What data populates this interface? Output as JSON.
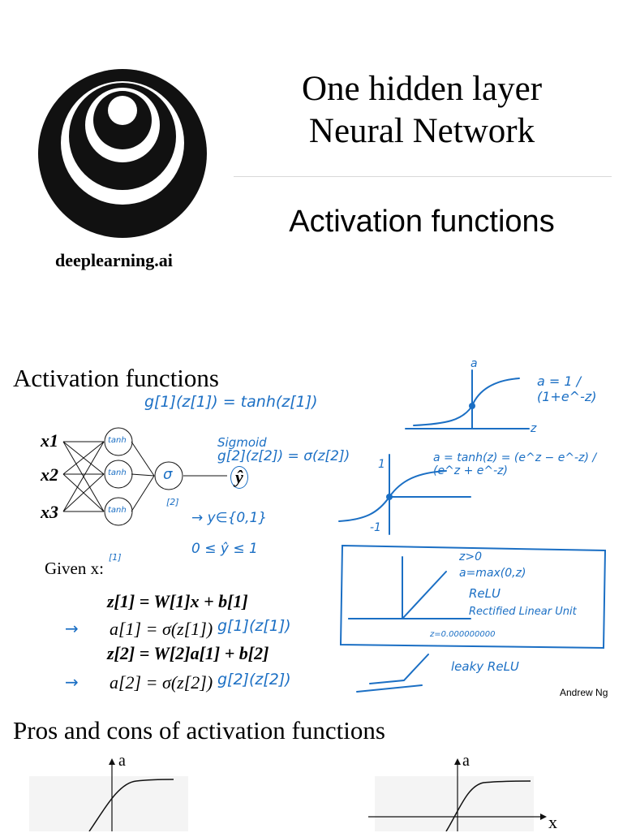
{
  "slide1": {
    "logo_text": "deeplearning.ai",
    "title_line1": "One hidden layer",
    "title_line2": "Neural Network",
    "subtitle": "Activation functions"
  },
  "slide2": {
    "title": "Activation functions",
    "inputs": [
      "x1",
      "x2",
      "x3"
    ],
    "hidden_node_label": "tanh",
    "output_node_label": "σ",
    "output_label": "ŷ",
    "layer_label_1": "[1]",
    "layer_label_2": "[2]",
    "given": "Given x:",
    "eq1": "z[1] = W[1]x + b[1]",
    "eq2": "a[1] = σ(z[1])",
    "eq3": "z[2] = W[2]a[1] + b[2]",
    "eq4": "a[2] = σ(z[2])",
    "annotations": {
      "hidden_g": "g[1](z[1]) = tanh(z[1])",
      "sigmoid": "Sigmoid",
      "output_g": "g[2](z[2]) = σ(z[2])",
      "y_set": "→ y∈{0,1}",
      "y_range": "0 ≤ ŷ ≤ 1",
      "g1": "g[1](z[1])",
      "g2": "g[2](z[2])",
      "sigmoid_formula": "a = 1 / (1+e^-z)",
      "tanh_formula": "a = tanh(z) = (e^z − e^-z) / (e^z + e^-z)",
      "relu_z": "z>0",
      "relu_formula": "a=max(0,z)",
      "relu": "ReLU",
      "relu_long": "Rectified Linear Unit",
      "z_zero": "z=0.000000000",
      "leaky": "leaky ReLU",
      "minus_one": "-1",
      "one": "1",
      "axis_a": "a",
      "axis_z": "z"
    },
    "credit": "Andrew Ng"
  },
  "slide3": {
    "title": "Pros and cons of activation functions",
    "axis_a_left": "a",
    "axis_a_right": "a",
    "axis_x_right": "x"
  }
}
